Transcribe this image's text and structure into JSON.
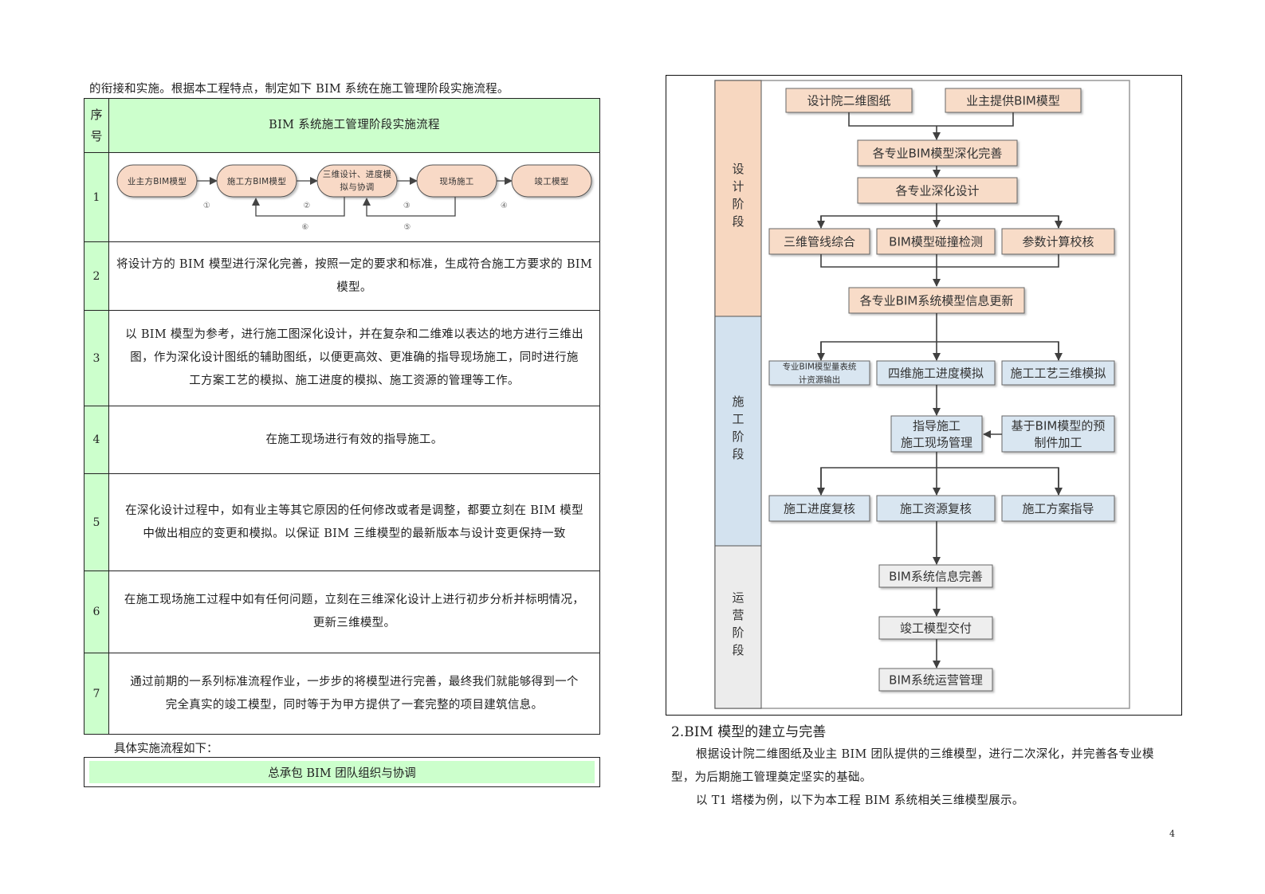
{
  "left_page": {
    "intro": "的衔接和实施。根据本工程特点，制定如下 BIM 系统在施工管理阶段实施流程。",
    "table": {
      "header_num": [
        "序",
        "号"
      ],
      "header_title": "BIM 系统施工管理阶段实施流程",
      "row1": {
        "num": "1",
        "flow_nodes": [
          "业主方BIM模型",
          "施工方BIM模型",
          "三维设计、进度模拟与协调",
          "现场施工",
          "竣工模型"
        ],
        "flow_node_lines": [
          [
            "业主方BIM模型"
          ],
          [
            "施工方BIM模型"
          ],
          [
            "三维设计、进度模",
            "拟与协调"
          ],
          [
            "现场施工"
          ],
          [
            "竣工模型"
          ]
        ],
        "step_labels": [
          "①",
          "②",
          "③",
          "④",
          "⑤",
          "⑥"
        ]
      },
      "rows": [
        {
          "num": "2",
          "lines": [
            "将设计方的 BIM 模型进行深化完善，按照一定的要求和标准，生成符合施工方要求的 BIM",
            "模型。"
          ]
        },
        {
          "num": "3",
          "lines": [
            "以 BIM 模型为参考，进行施工图深化设计，并在复杂和二维难以表达的地方进行三维出",
            "图，作为深化设计图纸的辅助图纸，以便更高效、更准确的指导现场施工，同时进行施",
            "工方案工艺的模拟、施工进度的模拟、施工资源的管理等工作。"
          ]
        },
        {
          "num": "4",
          "lines": [
            "在施工现场进行有效的指导施工。"
          ]
        },
        {
          "num": "5",
          "lines": [
            "在深化设计过程中，如有业主等其它原因的任何修改或者是调整，都要立刻在 BIM 模型",
            "中做出相应的变更和模拟。以保证 BIM 三维模型的最新版本与设计变更保持一致"
          ]
        },
        {
          "num": "6",
          "lines": [
            "在施工现场施工过程中如有任何问题，立刻在三维深化设计上进行初步分析并标明情况，",
            "更新三维模型。"
          ]
        },
        {
          "num": "7",
          "lines": [
            "通过前期的一系列标准流程作业，一步步的将模型进行完善，最终我们就能够得到一个",
            "完全真实的竣工模型，同时等于为甲方提供了一套完整的项目建筑信息。"
          ]
        }
      ]
    },
    "sub_intro": "具体实施流程如下：",
    "team_box": "总承包 BIM 团队组织与协调"
  },
  "right_page": {
    "flowchart": {
      "phases": [
        {
          "label": [
            "设",
            "计",
            "阶",
            "段"
          ],
          "color": "#f7d7c0"
        },
        {
          "label": [
            "施",
            "工",
            "阶",
            "段"
          ],
          "color": "#d3e2ef"
        },
        {
          "label": [
            "运",
            "营",
            "阶",
            "段"
          ],
          "color": "#ececec"
        }
      ],
      "design": {
        "inputs": [
          "设计院二维图纸",
          "业主提供BIM模型"
        ],
        "deepen_model": "各专业BIM模型深化完善",
        "deepen_design": "各专业深化设计",
        "checks": [
          "三维管线综合",
          "BIM模型碰撞检测",
          "参数计算校核"
        ],
        "info_update": "各专业BIM系统模型信息更新"
      },
      "construction": {
        "sims": [
          [
            "专业BIM模型量表统",
            "计资源输出"
          ],
          [
            "四维施工进度模拟"
          ],
          [
            "施工工艺三维模拟"
          ]
        ],
        "guide": [
          "指导施工",
          "施工现场管理"
        ],
        "prefab": [
          "基于BIM模型的预",
          "制件加工"
        ],
        "reviews": [
          "施工进度复核",
          "施工资源复核",
          "施工方案指导"
        ]
      },
      "operation": {
        "steps": [
          "BIM系统信息完善",
          "竣工模型交付",
          "BIM系统运营管理"
        ]
      },
      "colors": {
        "design_box": "#f8dcc8",
        "construction_box": "#d9e6f1",
        "operation_box": "#eeeeee",
        "line": "#404040"
      }
    },
    "section_title": "2.BIM 模型的建立与完善",
    "paragraphs": [
      "根据设计院二维图纸及业主 BIM 团队提供的三维模型，进行二次深化，并完善各专业模",
      "型，为后期施工管理奠定坚实的基础。",
      "以 T1 塔楼为例，以下为本工程 BIM 系统相关三维模型展示。"
    ],
    "page_number": "4"
  }
}
